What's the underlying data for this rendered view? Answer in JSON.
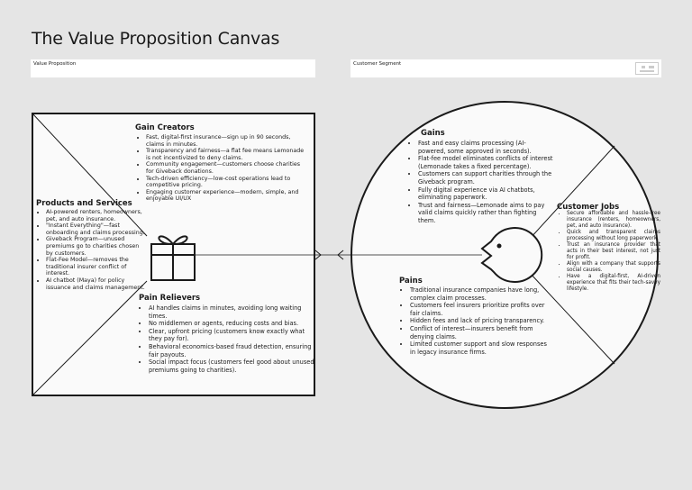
{
  "title": "The Value Proposition Canvas",
  "value_proposition_label": "Value Proposition",
  "customer_segment_label": "Customer Segment",
  "gain_creators": {
    "heading": "Gain Creators",
    "items": [
      "Fast, digital-first insurance—sign up in 90 seconds, claims in minutes.",
      "Transparency and fairness—a flat fee means Lemonade is not incentivized to deny claims.",
      "Community engagement—customers choose charities for Giveback donations.",
      "Tech-driven efficiency—low-cost operations lead to competitive pricing.",
      "Engaging customer experience—modern, simple, and enjoyable UI/UX"
    ]
  },
  "products_services": {
    "heading": "Products and Services",
    "items": [
      "AI-powered renters, homeowners, pet, and auto insurance.",
      "\"Instant Everything\"—fast onboarding and claims processing.",
      "Giveback Program—unused premiums go to charities chosen by customers.",
      "Flat-Fee Model—removes the traditional insurer conflict of interest.",
      "AI chatbot (Maya) for policy issuance and claims management."
    ]
  },
  "pain_relievers": {
    "heading": "Pain Relievers",
    "items": [
      "AI handles claims in minutes, avoiding long waiting times.",
      "No middlemen or agents, reducing costs and bias.",
      "Clear, upfront pricing (customers know exactly what they pay for).",
      "Behavioral economics-based fraud detection, ensuring fair payouts.",
      "Social impact focus (customers feel good about unused premiums going to charities)."
    ]
  },
  "gains": {
    "heading": "Gains",
    "items": [
      "Fast and easy claims processing (AI-powered, some approved in seconds).",
      "Flat-fee model eliminates conflicts of interest (Lemonade takes a fixed percentage).",
      "Customers can support charities through the Giveback program.",
      "Fully digital experience via AI chatbots, eliminating paperwork.",
      "Trust and fairness—Lemonade aims to pay valid claims quickly rather than fighting them."
    ]
  },
  "customer_jobs": {
    "heading": "Customer Jobs",
    "items": [
      "Secure affordable and hassle-free insurance (renters, homeowners, pet, and auto insurance).",
      "Quick and transparent claims processing without long paperwork.",
      "Trust an insurance provider that acts in their best interest, not just for profit.",
      "Align with a company that supports social causes.",
      "Have a digital-first, AI-driven experience that fits their tech-savvy lifestyle."
    ]
  },
  "pains": {
    "heading": "Pains",
    "items": [
      "Traditional insurance companies have long, complex claim processes.",
      "Customers feel insurers prioritize profits over fair claims.",
      "Hidden fees and lack of pricing transparency.",
      "Conflict of interest—insurers benefit from denying claims.",
      "Limited customer support and slow responses in legacy insurance firms."
    ]
  }
}
